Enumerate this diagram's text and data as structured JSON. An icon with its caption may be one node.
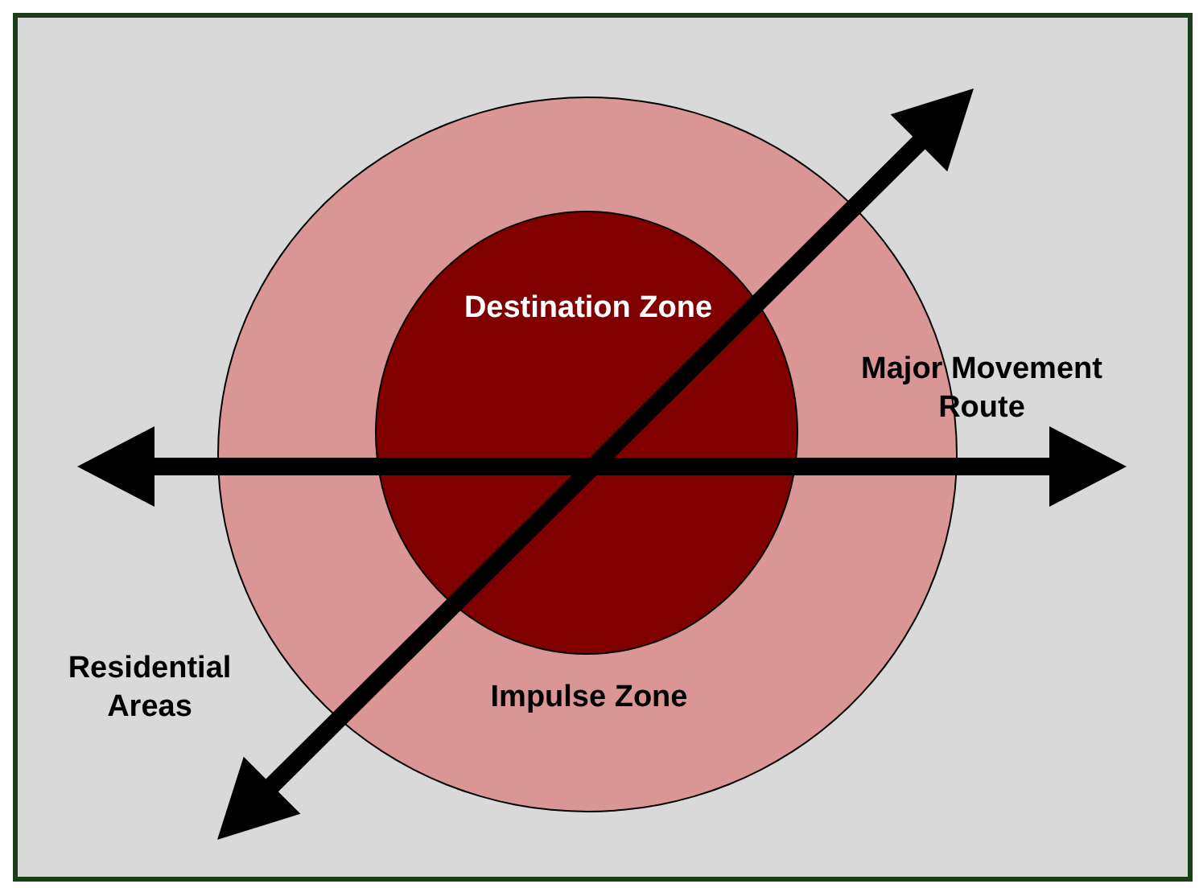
{
  "diagram": {
    "nodes": [
      {
        "text": [
          "Impulse Zone"
        ]
      },
      {
        "text": [
          "Destination Zone"
        ],
        "in": 0
      }
    ],
    "labels": [
      "Major Movement Route",
      "Residential Areas"
    ]
  }
}
